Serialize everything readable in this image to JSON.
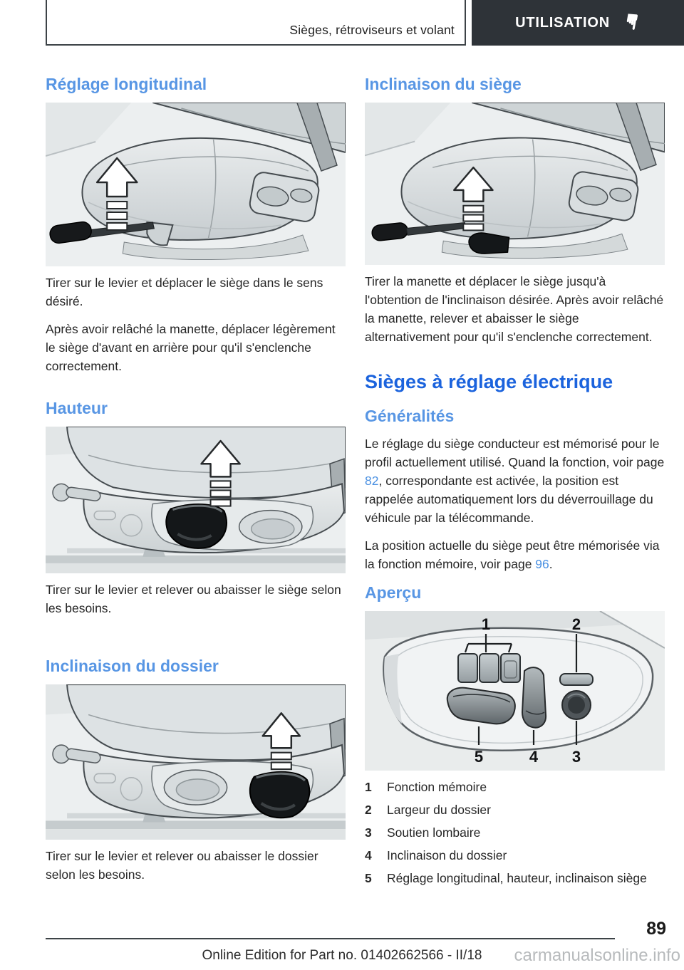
{
  "header": {
    "breadcrumb": "Sièges, rétroviseurs et volant",
    "tab_label": "UTILISATION",
    "tab_icon": "hand-pointer-icon"
  },
  "left_column": {
    "section_longitudinal": {
      "heading": "Réglage longitudinal",
      "paragraph_1": "Tirer sur le levier et déplacer le siège dans le sens désiré.",
      "paragraph_2": "Après avoir relâché la manette, déplacer légèrement le siège d'avant en arrière pour qu'il s'enclenche correctement."
    },
    "section_hauteur": {
      "heading": "Hauteur",
      "paragraph": "Tirer sur le levier et relever ou abaisser le siège selon les besoins."
    },
    "section_dossier": {
      "heading": "Inclinaison du dossier",
      "paragraph": "Tirer sur le levier et relever ou abaisser le dossier selon les besoins."
    }
  },
  "right_column": {
    "section_inclinaison_siege": {
      "heading": "Inclinaison du siège",
      "paragraph": "Tirer la manette et déplacer le siège jusqu'à l'obtention de l'inclinaison désirée. Après avoir relâché la manette, relever et abaisser le siège alternativement pour qu'il s'enclenche correctement."
    },
    "chapter_heading": "Sièges à réglage électrique",
    "section_generalites": {
      "heading": "Généralités",
      "paragraph_1_before_link": "Le réglage du siège conducteur est mémorisé pour le profil actuellement utilisé. Quand la fonction, voir page ",
      "paragraph_1_link": "82",
      "paragraph_1_after_link": ", correspondante est activée, la position est rappelée automatiquement lors du déverrouillage du véhicule par la télécommande.",
      "paragraph_2_before_link": "La position actuelle du siège peut être mémorisée via la fonction mémoire, voir page ",
      "paragraph_2_link": "96",
      "paragraph_2_after_link": "."
    },
    "section_apercu": {
      "heading": "Aperçu",
      "callouts": [
        "1",
        "2",
        "3",
        "4",
        "5"
      ],
      "legend": [
        {
          "num": "1",
          "label": "Fonction mémoire"
        },
        {
          "num": "2",
          "label": "Largeur du dossier"
        },
        {
          "num": "3",
          "label": "Soutien lombaire"
        },
        {
          "num": "4",
          "label": "Inclinaison du dossier"
        },
        {
          "num": "5",
          "label": "Réglage longitudinal, hauteur, inclinaison siège"
        }
      ]
    }
  },
  "footer": {
    "page_number": "89",
    "edition_text": "Online Edition for Part no. 01402662566 - II/18",
    "watermark": "carmanualsonline.info"
  },
  "colors": {
    "section_heading": "#5896e4",
    "chapter_heading": "#1b63dd",
    "page_link": "#4a90e2",
    "tab_background": "#2e3338",
    "body_text": "#262626"
  }
}
